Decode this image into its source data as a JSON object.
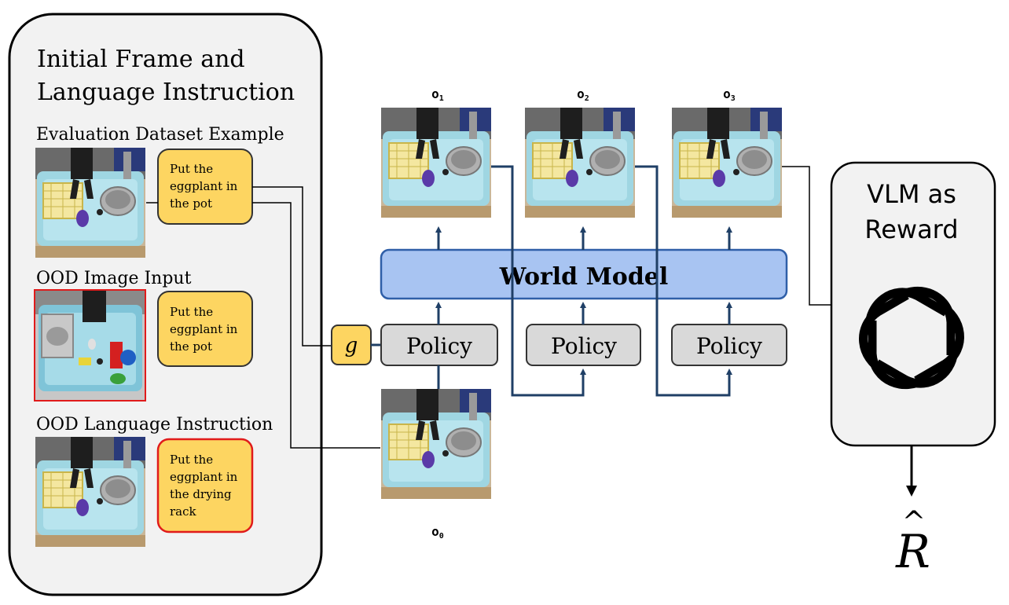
{
  "left_panel": {
    "title_line1": "Initial Frame and",
    "title_line2": "Language Instruction",
    "sections": [
      {
        "heading": "Evaluation Dataset Example",
        "instruction": [
          "Put the",
          "eggplant in",
          "the pot"
        ],
        "border": "#333333"
      },
      {
        "heading": "OOD Image Input",
        "instruction": [
          "Put the",
          "eggplant in",
          "the pot"
        ],
        "border": "#e01b1b"
      },
      {
        "heading": "OOD Language Instruction",
        "instruction": [
          "Put the",
          "eggplant in",
          "the drying",
          "rack"
        ],
        "border": "#e01b1b"
      }
    ]
  },
  "goal_symbol": "g",
  "world_model_label": "World Model",
  "policy_labels": [
    "Policy",
    "Policy",
    "Policy"
  ],
  "observations": {
    "o0": {
      "base": "o",
      "sub": "0"
    },
    "o1": {
      "base": "o",
      "sub": "1"
    },
    "o2": {
      "base": "o",
      "sub": "2"
    },
    "o3": {
      "base": "o",
      "sub": "3"
    }
  },
  "vlm": {
    "line1": "VLM as",
    "line2": "Reward",
    "icon": "openai-logo-icon"
  },
  "reward": {
    "symbol": "R",
    "hat": "^"
  },
  "colors": {
    "panel_bg": "#f2f2f2",
    "instruction_fill": "#fdd561",
    "world_model_fill": "#a8c4f2",
    "world_model_stroke": "#2f5fa8",
    "policy_fill": "#d9d9d9",
    "arrow": "#1f3f66",
    "ood_border": "#e01b1b"
  }
}
